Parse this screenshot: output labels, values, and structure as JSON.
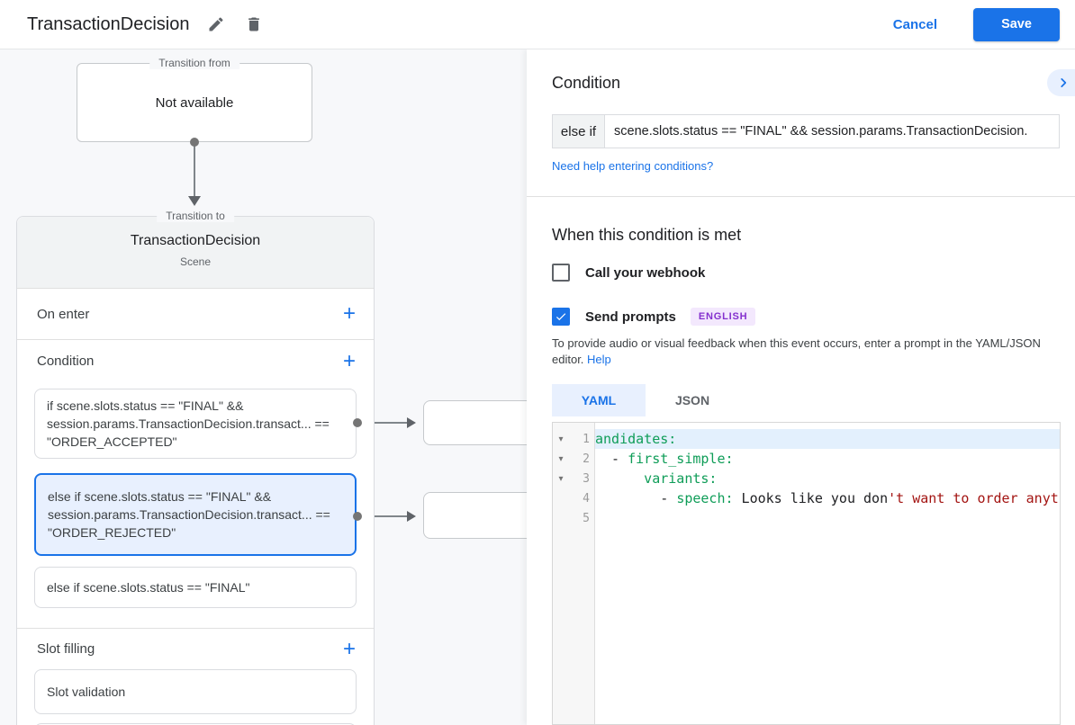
{
  "header": {
    "title": "TransactionDecision",
    "cancel_label": "Cancel",
    "save_label": "Save"
  },
  "icons": {
    "plus": "+",
    "fold_arrow": "▾"
  },
  "colors": {
    "accent_blue": "#1a73e8",
    "selected_condition_bg": "#e8f0fe",
    "selected_condition_border": "#1a73e8",
    "badge_text": "#8430ce",
    "badge_bg": "#f3e8fd",
    "code_key": "#0f9d58",
    "code_string": "#a31412"
  },
  "diagram": {
    "transition_from": {
      "legend": "Transition from",
      "content": "Not available"
    },
    "scene_card": {
      "legend": "Transition to",
      "title": "TransactionDecision",
      "subtitle": "Scene",
      "on_enter_label": "On enter",
      "condition_label": "Condition",
      "conditions": [
        {
          "text": "if scene.slots.status == \"FINAL\" && session.params.TransactionDecision.transact... == \"ORDER_ACCEPTED\""
        },
        {
          "text": "else if scene.slots.status == \"FINAL\" && session.params.TransactionDecision.transact... == \"ORDER_REJECTED\""
        },
        {
          "text": "else if scene.slots.status == \"FINAL\""
        }
      ],
      "slot_filling_label": "Slot filling",
      "slot_items": [
        {
          "text": "Slot validation"
        }
      ]
    }
  },
  "panel": {
    "condition": {
      "heading": "Condition",
      "prefix": "else if",
      "value": "scene.slots.status == \"FINAL\" && session.params.TransactionDecision.",
      "help_link": "Need help entering conditions?"
    },
    "when_met": {
      "heading": "When this condition is met",
      "webhook_label": "Call your webhook",
      "prompts_label": "Send prompts",
      "language_badge": "ENGLISH",
      "description": "To provide audio or visual feedback when this event occurs, enter a prompt in the YAML/JSON editor.",
      "help_label": "Help"
    },
    "editor": {
      "tabs": [
        {
          "label": "YAML"
        },
        {
          "label": "JSON"
        }
      ],
      "active_tab": "YAML",
      "lines": [
        {
          "num": "1",
          "key": "andidates:"
        },
        {
          "num": "2",
          "plain1": "  - ",
          "key": "first_simple:"
        },
        {
          "num": "3",
          "key": "      variants:"
        },
        {
          "num": "4",
          "plain1": "        - ",
          "key": "speech:",
          "plain2": " Looks like you don",
          "string": "'t want to order anyt"
        },
        {
          "num": "5"
        }
      ]
    }
  }
}
